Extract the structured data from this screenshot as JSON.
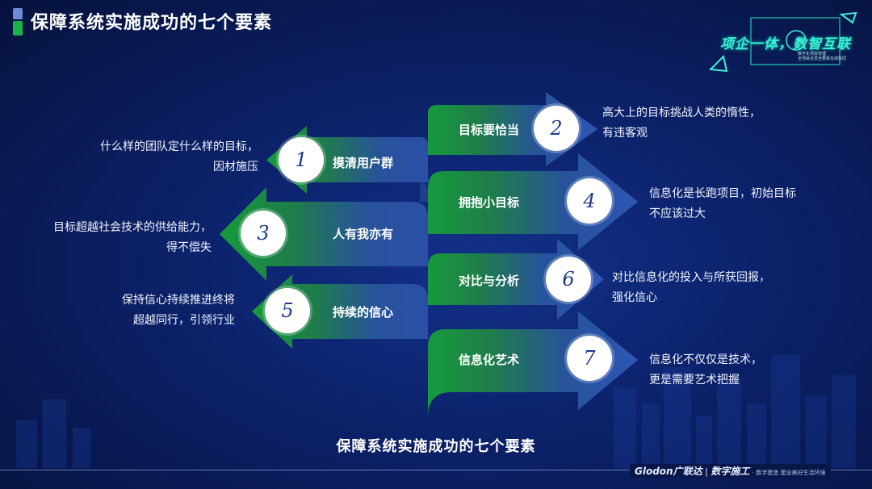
{
  "page": {
    "title": "保障系统实施成功的七个要素",
    "caption": "保障系统实施成功的七个要素"
  },
  "logo": {
    "text": "项企一体，数智互联",
    "sub_line1": "数字化项目管理",
    "sub_line2": "全项目全员全要素在线协同"
  },
  "footer": {
    "brand": "Glodon广联达",
    "divider": "|",
    "product": "数字施工",
    "slogan": "· 数字建造 建设美好生活环境"
  },
  "colors": {
    "accent_green": "#1aa33f",
    "arrow_blue": "#2b4fa8",
    "number_text": "#1e3a8a"
  },
  "factors": [
    {
      "num": "1",
      "label": "摸清用户群",
      "side": "left",
      "desc": [
        "什么样的团队定什么样的目标，",
        "因材施压"
      ]
    },
    {
      "num": "2",
      "label": "目标要恰当",
      "side": "right",
      "desc": [
        "高大上的目标挑战人类的惰性，",
        "有违客观"
      ]
    },
    {
      "num": "3",
      "label": "人有我亦有",
      "side": "left",
      "desc": [
        "目标超越社会技术的供给能力，",
        "得不偿失"
      ]
    },
    {
      "num": "4",
      "label": "拥抱小目标",
      "side": "right",
      "desc": [
        "信息化是长跑项目，初始目标",
        "不应该过大"
      ]
    },
    {
      "num": "5",
      "label": "持续的信心",
      "side": "left",
      "desc": [
        "保持信心持续推进终将",
        "超越同行，引领行业"
      ]
    },
    {
      "num": "6",
      "label": "对比与分析",
      "side": "right",
      "desc": [
        "对比信息化的投入与所获回报，",
        "强化信心"
      ]
    },
    {
      "num": "7",
      "label": "信息化艺术",
      "side": "right",
      "desc": [
        "信息化不仅仅是技术，",
        "更是需要艺术把握"
      ]
    }
  ]
}
